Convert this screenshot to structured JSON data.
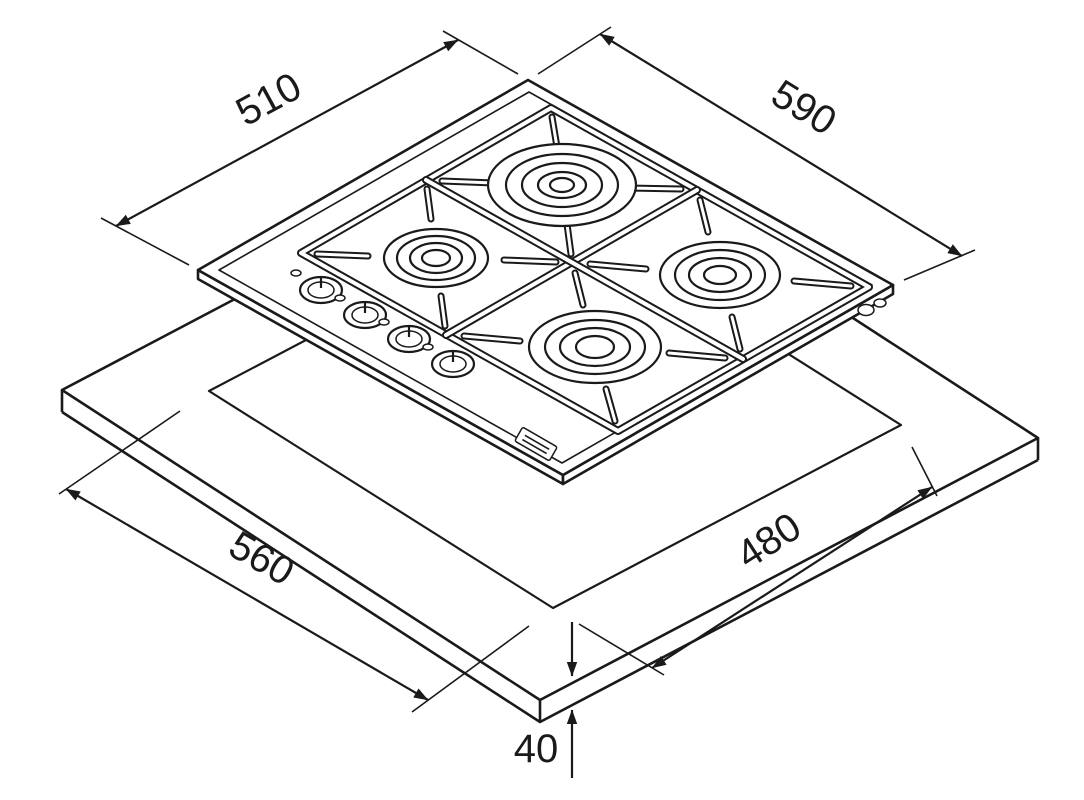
{
  "dimensions": {
    "hob_depth_mm": "510",
    "hob_width_mm": "590",
    "cutout_width_mm": "560",
    "cutout_depth_mm": "480",
    "worktop_thickness_mm": "40"
  },
  "colors": {
    "line": "#1a1a1a",
    "background": "#ffffff"
  }
}
